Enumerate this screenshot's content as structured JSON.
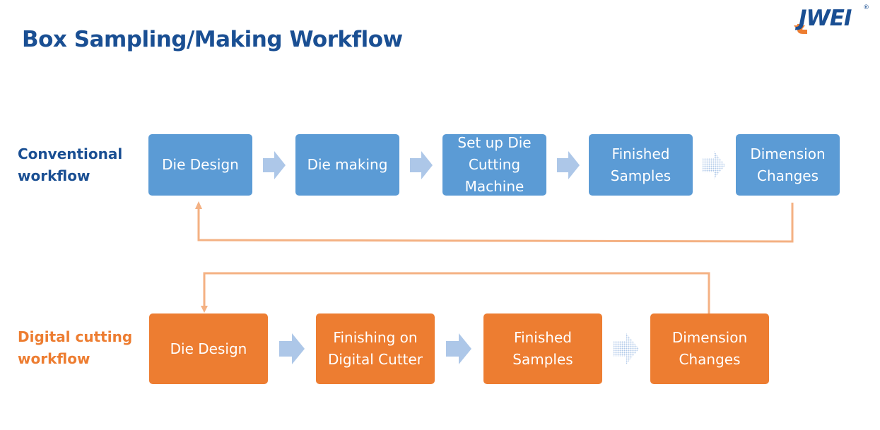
{
  "title": "Box Sampling/Making Workflow",
  "logo": {
    "text": "JWEI",
    "registered": "®"
  },
  "colors": {
    "title": "#1a4f93",
    "conventional_box": "#5b9bd5",
    "digital_box": "#ed7d31",
    "chevron": "#adc7e8",
    "loop_line": "#f4b183"
  },
  "conventional": {
    "label_line1": "Conventional",
    "label_line2": "workflow",
    "steps": [
      {
        "line1": "Die Design",
        "line2": "",
        "line3": ""
      },
      {
        "line1": "Die making",
        "line2": "",
        "line3": ""
      },
      {
        "line1": "Set up Die",
        "line2": "Cutting",
        "line3": "Machine"
      },
      {
        "line1": "Finished",
        "line2": "Samples",
        "line3": ""
      },
      {
        "line1": "Dimension",
        "line2": "Changes",
        "line3": ""
      }
    ]
  },
  "digital": {
    "label_line1": "Digital cutting",
    "label_line2": "workflow",
    "steps": [
      {
        "line1": "Die Design",
        "line2": ""
      },
      {
        "line1": "Finishing on",
        "line2": "Digital Cutter"
      },
      {
        "line1": "Finished",
        "line2": "Samples"
      },
      {
        "line1": "Dimension",
        "line2": "Changes"
      }
    ]
  }
}
